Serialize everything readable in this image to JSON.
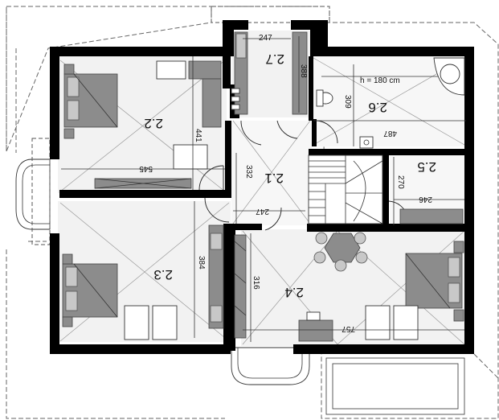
{
  "rooms": {
    "r21": "2.1",
    "r22": "2.2",
    "r23": "2.3",
    "r24": "2.4",
    "r25": "2.5",
    "r26": "2.6",
    "r27": "2.7"
  },
  "dimensions": {
    "d_247_top": "247",
    "d_388": "388",
    "d_h180": "h = 180 cm",
    "d_309": "309",
    "d_487": "487",
    "d_441": "441",
    "d_545": "545",
    "d_332": "332",
    "d_247_mid": "247",
    "d_270": "270",
    "d_246": "246",
    "d_384": "384",
    "d_316": "316",
    "d_757": "757"
  }
}
